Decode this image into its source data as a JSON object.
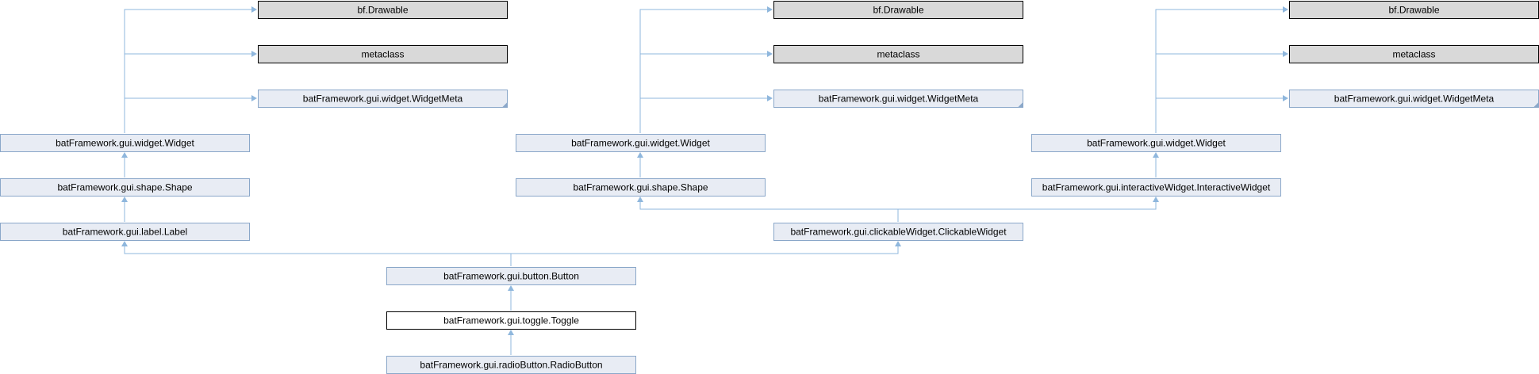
{
  "colors": {
    "class_fill": "#e8ecf4",
    "class_border": "#8aa7c9",
    "external_fill": "#d9d9d9",
    "external_border": "#000000",
    "focus_fill": "#ffffff",
    "focus_border": "#000000",
    "edge": "#8fb7dd"
  },
  "nodes": [
    {
      "id": "drawable_a",
      "label": "bf.Drawable",
      "kind": "external"
    },
    {
      "id": "metaclass_a",
      "label": "metaclass",
      "kind": "external"
    },
    {
      "id": "widgetmeta_a",
      "label": "batFramework.gui.widget.WidgetMeta",
      "kind": "class",
      "folded": true
    },
    {
      "id": "widget_a",
      "label": "batFramework.gui.widget.Widget",
      "kind": "class"
    },
    {
      "id": "shape_a",
      "label": "batFramework.gui.shape.Shape",
      "kind": "class"
    },
    {
      "id": "label",
      "label": "batFramework.gui.label.Label",
      "kind": "class"
    },
    {
      "id": "drawable_b",
      "label": "bf.Drawable",
      "kind": "external"
    },
    {
      "id": "metaclass_b",
      "label": "metaclass",
      "kind": "external"
    },
    {
      "id": "widgetmeta_b",
      "label": "batFramework.gui.widget.WidgetMeta",
      "kind": "class",
      "folded": true
    },
    {
      "id": "widget_b",
      "label": "batFramework.gui.widget.Widget",
      "kind": "class"
    },
    {
      "id": "shape_b",
      "label": "batFramework.gui.shape.Shape",
      "kind": "class"
    },
    {
      "id": "drawable_c",
      "label": "bf.Drawable",
      "kind": "external"
    },
    {
      "id": "metaclass_c",
      "label": "metaclass",
      "kind": "external"
    },
    {
      "id": "widgetmeta_c",
      "label": "batFramework.gui.widget.WidgetMeta",
      "kind": "class",
      "folded": true
    },
    {
      "id": "widget_c",
      "label": "batFramework.gui.widget.Widget",
      "kind": "class"
    },
    {
      "id": "interactive",
      "label": "batFramework.gui.interactiveWidget.InteractiveWidget",
      "kind": "class"
    },
    {
      "id": "clickable",
      "label": "batFramework.gui.clickableWidget.ClickableWidget",
      "kind": "class"
    },
    {
      "id": "button",
      "label": "batFramework.gui.button.Button",
      "kind": "class"
    },
    {
      "id": "toggle",
      "label": "batFramework.gui.toggle.Toggle",
      "kind": "focus"
    },
    {
      "id": "radiobutton",
      "label": "batFramework.gui.radioButton.RadioButton",
      "kind": "class"
    }
  ]
}
